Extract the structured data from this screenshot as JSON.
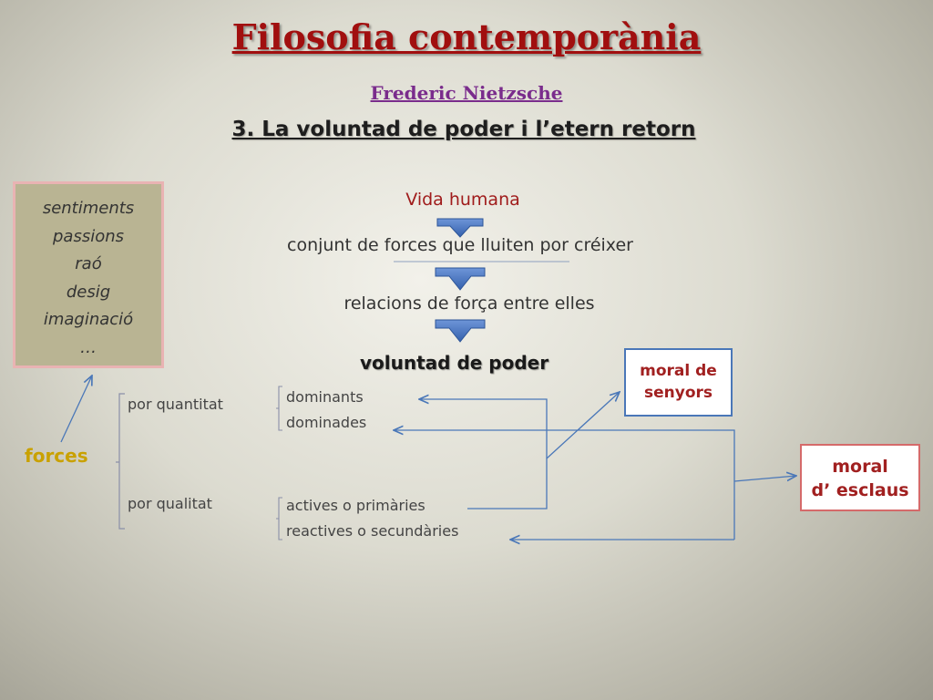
{
  "title": "Filosofia contemporània",
  "subtitle": "Frederic Nietzsche",
  "heading": "3. La voluntad de poder i l’etern retorn",
  "flow": {
    "step1": "Vida humana",
    "step2": "conjunt de forces que lluiten por créixer",
    "step3": "relacions  de força entre elles",
    "step4": "voluntad de poder"
  },
  "left_box": {
    "items": [
      "sentiments",
      "passions",
      "raó",
      "desig",
      "imaginació",
      "…"
    ]
  },
  "forces_label": "forces",
  "branches": {
    "quantitat": {
      "label": "por quantitat",
      "items": [
        "dominants",
        "dominades"
      ]
    },
    "qualitat": {
      "label": "por  qualitat",
      "items": [
        "actives o primàries",
        "reactives o secundàries"
      ]
    }
  },
  "moral_senyors": [
    "moral de",
    "senyors"
  ],
  "moral_esclaus": [
    "moral",
    "d’ esclaus"
  ],
  "colors": {
    "title": "#a10f0f",
    "subtitle": "#7a2c8c",
    "flow_arrow": "#4472c4",
    "connector": "#4a77b8",
    "forces": "#c9a100",
    "moral_text": "#a12020"
  }
}
